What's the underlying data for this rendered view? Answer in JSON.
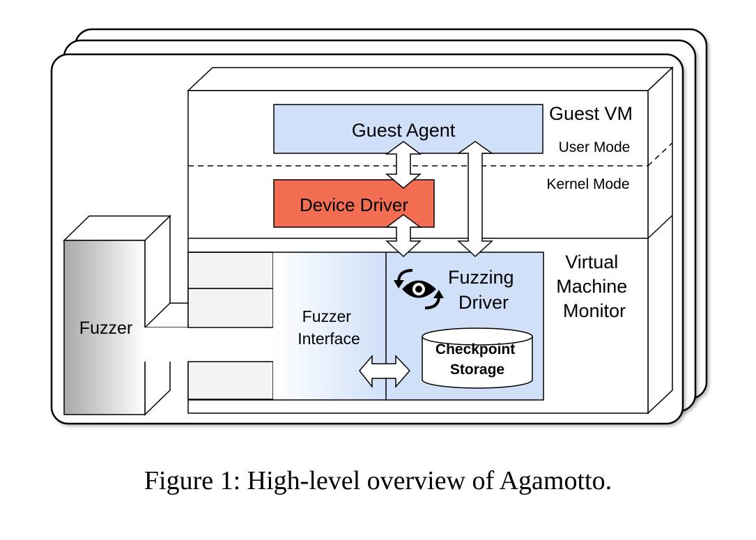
{
  "diagram": {
    "guest_vm_label": "Guest VM",
    "user_mode_label": "User Mode",
    "kernel_mode_label": "Kernel Mode",
    "guest_agent_label": "Guest Agent",
    "device_driver_label": "Device Driver",
    "vmm_label_lines": [
      "Virtual",
      "Machine",
      "Monitor"
    ],
    "fuzzing_driver_label_lines": [
      "Fuzzing",
      "Driver"
    ],
    "checkpoint_storage_label_lines": [
      "Checkpoint",
      "Storage"
    ],
    "fuzzer_interface_label_lines": [
      "Fuzzer",
      "Interface"
    ],
    "fuzzer_label": "Fuzzer",
    "fuzzing_driver_icon": "rotating-eye-icon"
  },
  "colors": {
    "guest_agent_fill": "#cfe0f8",
    "device_driver_fill": "#f26d52",
    "fuzzing_driver_fill": "#cfe0f8"
  },
  "caption": "Figure 1: High-level overview of Agamotto."
}
